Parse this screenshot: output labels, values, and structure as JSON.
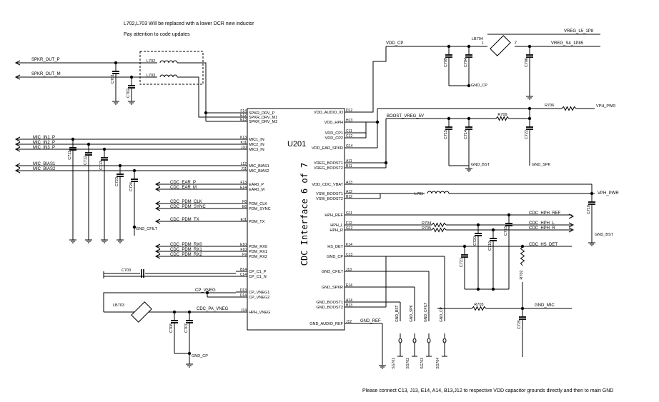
{
  "notes": {
    "top1": "L702,L703 Will be replaced with a lower DCR new inductor",
    "top2": "Pay attention to code updates",
    "bottom": "Please connect C13, J13, E14, A14, B13,J12 to respective VDD capacitor grounds directly and then to main GND"
  },
  "ic": {
    "refdes": "U201",
    "title": "CDC Interface 6 of 7",
    "left_pins": [
      {
        "num": "F14",
        "name": "SPKR_DRV_P"
      },
      {
        "num": "E12",
        "name": "SPKR_DRV_M1"
      },
      {
        "num": "E13",
        "name": "SPKR_DRV_M2"
      },
      {
        "num": "K13",
        "name": "MIC1_IN"
      },
      {
        "num": "K11",
        "name": "MIC2_IN"
      },
      {
        "num": "J10",
        "name": "MIC3_IN"
      },
      {
        "num": "L12",
        "name": "MIC_BIAS1"
      },
      {
        "num": "J11",
        "name": "MIC_BIAS2"
      },
      {
        "num": "F13",
        "name": "EAR0_P"
      },
      {
        "num": "E14",
        "name": "EAR0_M"
      },
      {
        "num": "F8",
        "name": "PDM_CLK"
      },
      {
        "num": "E8",
        "name": "PDM_SYNC"
      },
      {
        "num": "E11",
        "name": "PDM_TX"
      },
      {
        "num": "E10",
        "name": "PDM_RX0"
      },
      {
        "num": "F10",
        "name": "PDM_RX1"
      },
      {
        "num": "F9",
        "name": "PDM_RX2"
      },
      {
        "num": "B14",
        "name": "CP_C1_P"
      },
      {
        "num": "C14",
        "name": "CP_C1_N"
      },
      {
        "num": "D13",
        "name": "CP_VNEG1"
      },
      {
        "num": "D14",
        "name": "CP_VNEG2"
      },
      {
        "num": "J14",
        "name": "HPH_VNEG"
      }
    ],
    "right_pins": [
      {
        "num": "D12",
        "name": "VDD_AUDIO_IO"
      },
      {
        "num": "H13",
        "name": "VDD_HPH"
      },
      {
        "num": "C11",
        "name": "VDD_CP1"
      },
      {
        "num": "C12",
        "name": "VDD_CP2"
      },
      {
        "num": "G14",
        "name": "VDD_EAR_SPKR"
      },
      {
        "num": "A11",
        "name": "VREG_BOOST1"
      },
      {
        "num": "B11",
        "name": "VREG_BOOST2"
      },
      {
        "num": "A13",
        "name": "VDD_CDC_VBAT"
      },
      {
        "num": "A12",
        "name": "VSW_BOOST1"
      },
      {
        "num": "B12",
        "name": "VSW_BOOST2"
      },
      {
        "num": "G11",
        "name": "HPH_REF"
      },
      {
        "num": "F12",
        "name": "HPH_L"
      },
      {
        "num": "G12",
        "name": "HPH_R"
      },
      {
        "num": "K14",
        "name": "HS_DET"
      },
      {
        "num": "C13",
        "name": "GND_CP"
      },
      {
        "num": "J13",
        "name": "GND_CFILT"
      },
      {
        "num": "E14",
        "name": "GND_SPKR"
      },
      {
        "num": "A14",
        "name": "GND_BOOST1"
      },
      {
        "num": "B13",
        "name": "GND_BOOST2"
      },
      {
        "num": "J12",
        "name": "GND_AUDIO_REF"
      }
    ]
  },
  "nets": {
    "spkr_out_p": "SPKR_OUT_P",
    "spkr_out_m": "SPKR_OUT_M",
    "mic_in1_p": "MIC_IN1_P",
    "mic_in2_p": "MIC_IN2_P",
    "mic_in3_p": "MIC_IN3_P",
    "mic_bias1": "MIC_BIAS1",
    "mic_bias2": "MIC_BIAS2",
    "cdc_ear_p": "CDC_EAR_P",
    "cdc_ear_m": "CDC_EAR_M",
    "cdc_pdm_clk": "CDC_PDM_CLK",
    "cdc_pdm_sync": "CDC_PDM_SYNC",
    "cdc_pdm_tx": "CDC_PDM_TX",
    "cdc_pdm_rx0": "CDC_PDM_RX0",
    "cdc_pdm_rx1": "CDC_PDM_RX1",
    "cdc_pdm_rx2": "CDC_PDM_RX2",
    "cp_vneg": "CP_VNEG",
    "cdc_pa_vneg": "CDC_PA_VNEG",
    "vreg_l5": "VREG_L5_1P8",
    "vreg_s4": "VREG_S4_1P85",
    "vdd_cp": "VDD_CP",
    "vph_pwr_top": "VPH_PWR",
    "boost_vreg": "BOOST_VREG_5V",
    "vph_pwr_right": "VPH_PWR",
    "cdc_hph_ref": "CDC_HPH_REF",
    "cdc_hph_l": "CDC_HPH_L",
    "cdc_hph_r": "CDC_HPH_R",
    "cdc_hs_det": "CDC_HS_DET",
    "gnd_mic": "GND_MIC",
    "gnd_ref": "GND_REF"
  },
  "grounds": {
    "gnd_cfilt": "GND_CFILT",
    "gnd_cp_top": "GND_CP",
    "gnd_bst_top": "GND_BST",
    "gnd_spk": "GND_SPK",
    "gnd_bst_right": "GND_BST",
    "gnd_cp_bottom": "GND_CP"
  },
  "bottom_net_labels": [
    "GND_BST",
    "GND_SPK",
    "GND_CFILT",
    "GND_CP"
  ],
  "components": {
    "l702": "L702",
    "l703": "L703",
    "lb704": "LB704",
    "lb704_pin1": "1",
    "lb704_pin2": "2",
    "lb703": "LB703",
    "l701": "L701",
    "r706": "R706",
    "r709": "R709",
    "r704": "R704",
    "r705": "R705",
    "r703": "R703",
    "r702": "R702",
    "c703": "C703",
    "capacitors_left": [
      "C701",
      "C702",
      "C711",
      "C712",
      "C713",
      "C723",
      "C724",
      "C708",
      "C707"
    ],
    "capacitors_right": [
      "C709",
      "C704",
      "C706",
      "C715",
      "C714",
      "C722",
      "C710",
      "C721",
      "C720",
      "C719",
      "C718",
      "C725"
    ],
    "net_ties": [
      "SG701",
      "SG702",
      "SG703",
      "SG704"
    ]
  }
}
